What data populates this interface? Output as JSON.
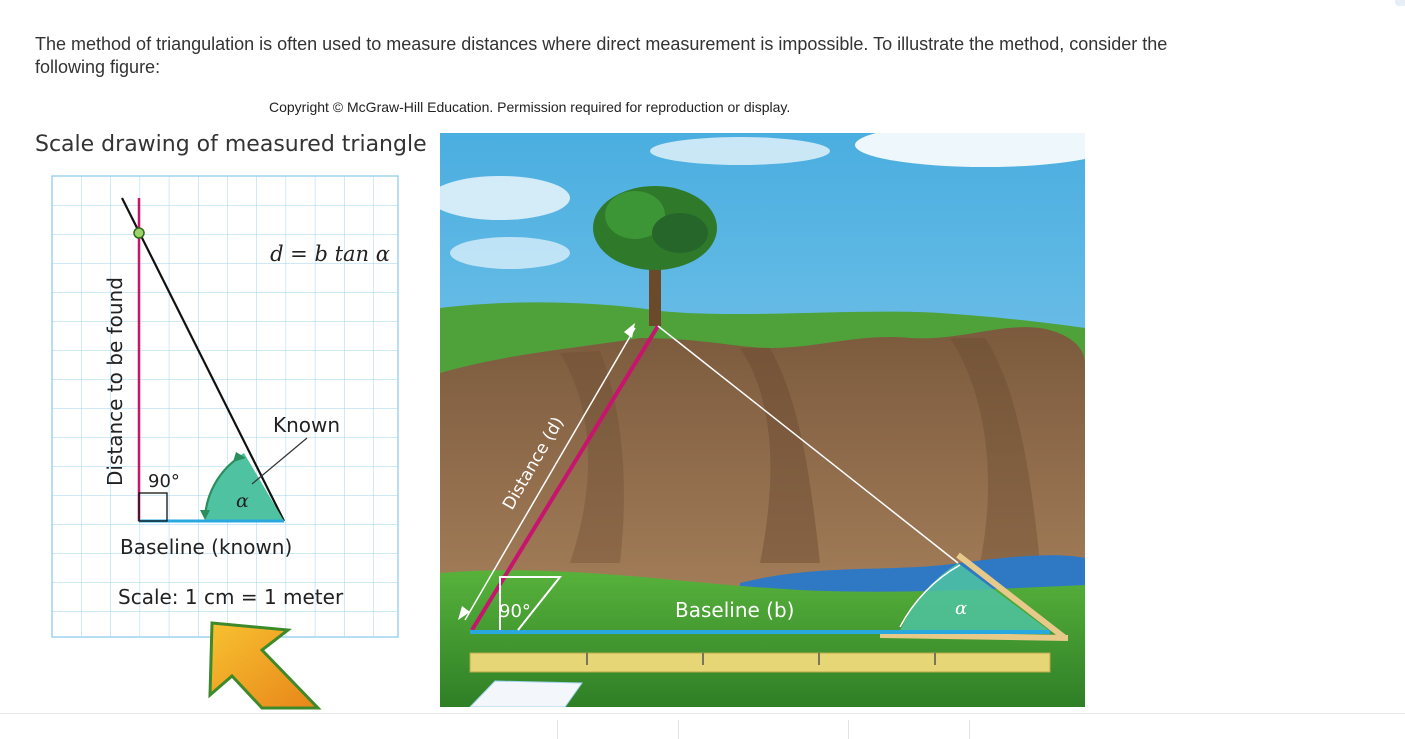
{
  "intro_text": "The method of triangulation is often used to measure distances where direct measurement is impossible. To illustrate the method, consider the following figure:",
  "copyright": "Copyright © McGraw-Hill Education. Permission required for reproduction or display.",
  "figure_title": "Scale drawing of measured triangle",
  "scale_drawing": {
    "y_axis_label": "Distance to be found",
    "formula": "d = b tan α",
    "known_label": "Known",
    "right_angle_label": "90°",
    "angle_label": "α",
    "baseline_label": "Baseline (known)",
    "scale_label": "Scale: 1 cm = 1 meter"
  },
  "photo": {
    "distance_label": "Distance (d)",
    "right_angle_label": "90°",
    "baseline_label": "Baseline (b)",
    "angle_label": "α"
  },
  "colors": {
    "grid_line": "#9fd3ef",
    "magenta": "#c7146e",
    "baseline_blue": "#29a8e0",
    "angle_fill": "#4fc3a1",
    "sky": "#5bb8e6",
    "grass": "#3f9a2f",
    "earth": "#8d6a4a",
    "river": "#2f78c4",
    "ruler": "#e6d676",
    "arrow_orange": "#f5a623"
  }
}
